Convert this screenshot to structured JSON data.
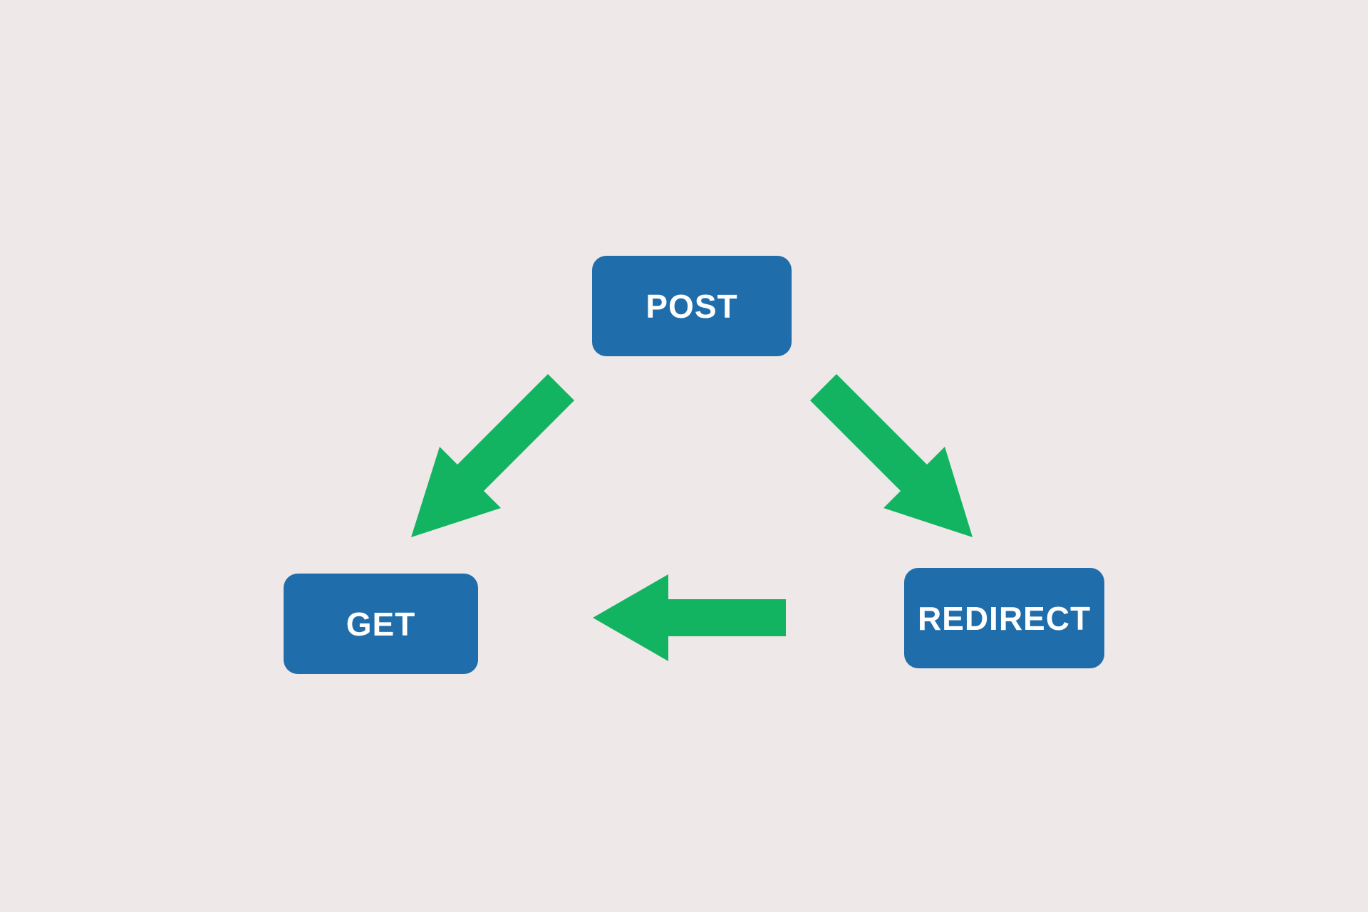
{
  "diagram": {
    "type": "cycle",
    "nodes": {
      "post": {
        "label": "POST"
      },
      "get": {
        "label": "GET"
      },
      "redirect": {
        "label": "REDIRECT"
      }
    },
    "edges": [
      {
        "from": "POST",
        "to": "GET"
      },
      {
        "from": "POST",
        "to": "REDIRECT"
      },
      {
        "from": "REDIRECT",
        "to": "GET"
      }
    ]
  },
  "colors": {
    "background": "#EFE8E8",
    "node_fill": "#1F6DAA",
    "node_text": "#FFFFFF",
    "arrow": "#12B462"
  }
}
